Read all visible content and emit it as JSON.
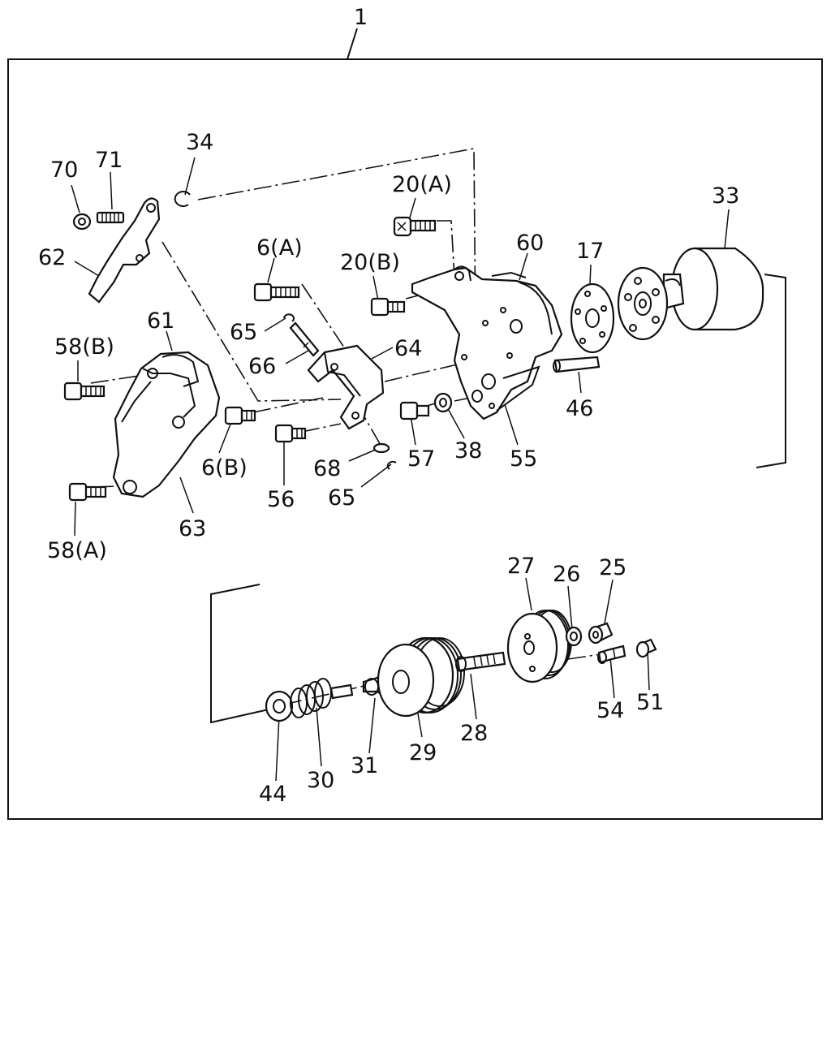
{
  "callouts": {
    "c1": "1",
    "c70": "70",
    "c71": "71",
    "c34": "34",
    "c62": "62",
    "c61": "61",
    "c58b": "58(B)",
    "c58a": "58(A)",
    "c63": "63",
    "c6a": "6(A)",
    "c65a": "65",
    "c66": "66",
    "c64": "64",
    "c6b": "6(B)",
    "c56": "56",
    "c68": "68",
    "c65b": "65",
    "c20a": "20(A)",
    "c20b": "20(B)",
    "c60": "60",
    "c17": "17",
    "c33": "33",
    "c57": "57",
    "c38": "38",
    "c55": "55",
    "c46": "46",
    "c27": "27",
    "c26": "26",
    "c25": "25",
    "c54": "54",
    "c51": "51",
    "c28": "28",
    "c29": "29",
    "c31": "31",
    "c30": "30",
    "c44": "44"
  }
}
